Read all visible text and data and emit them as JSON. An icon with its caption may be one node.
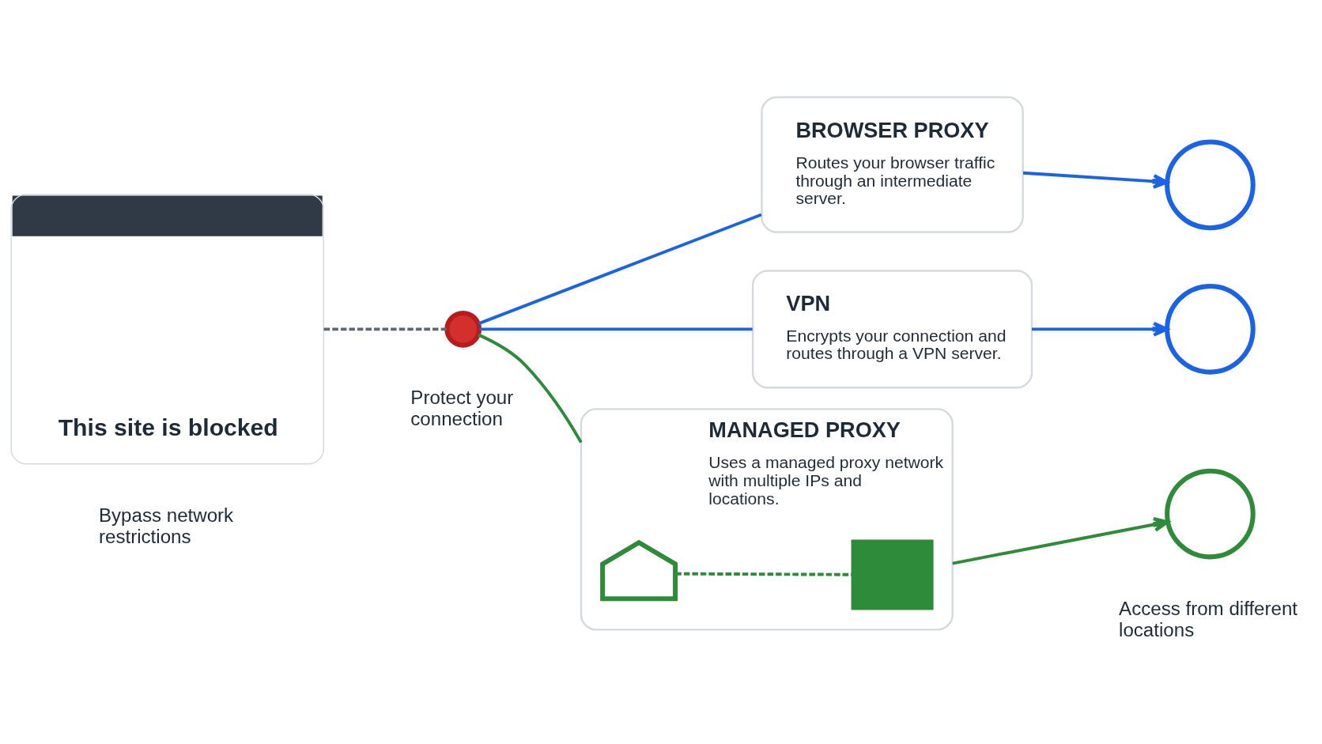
{
  "diagram": {
    "nodes": [
      {
        "text": [
          "This site is blocked"
        ]
      },
      {
        "text": [],
        "shape": "circle"
      },
      {
        "text": [
          "BROWSER PROXY",
          "Routes your browser traffic through an intermediate server."
        ]
      },
      {
        "text": [
          "VPN",
          "Encrypts your connection and routes through a VPN server."
        ]
      },
      {
        "text": [
          "MANAGED PROXY",
          "Uses a managed proxy network with multiple IPs and locations."
        ]
      },
      {
        "text": [],
        "shape": "house",
        "in": 4
      },
      {
        "text": [],
        "shape": "box",
        "in": 4
      },
      {
        "text": [],
        "shape": "circle"
      },
      {
        "text": [],
        "shape": "circle"
      },
      {
        "text": [],
        "shape": "circle"
      }
    ],
    "edges": [
      {
        "from": 0,
        "to": 1,
        "arrow": "none",
        "style": "dashed",
        "color": "#5f6773"
      },
      {
        "from": 1,
        "to": 2,
        "arrow": "none"
      },
      {
        "from": 1,
        "to": 3,
        "arrow": "none"
      },
      {
        "from": 1,
        "to": 4,
        "arrow": "none",
        "color": "#2e8b3a"
      },
      {
        "from": 2,
        "to": 7,
        "arrow": "to"
      },
      {
        "from": 3,
        "to": 8,
        "arrow": "to"
      },
      {
        "from": 4,
        "to": 9,
        "arrow": "to",
        "color": "#2e8b3a"
      },
      {
        "from": 5,
        "to": 6,
        "arrow": "none",
        "style": "dashed",
        "color": "#2e8b3a"
      }
    ],
    "labels": [
      "Bypass network restrictions",
      "Protect your connection",
      "Access from different locations"
    ]
  }
}
